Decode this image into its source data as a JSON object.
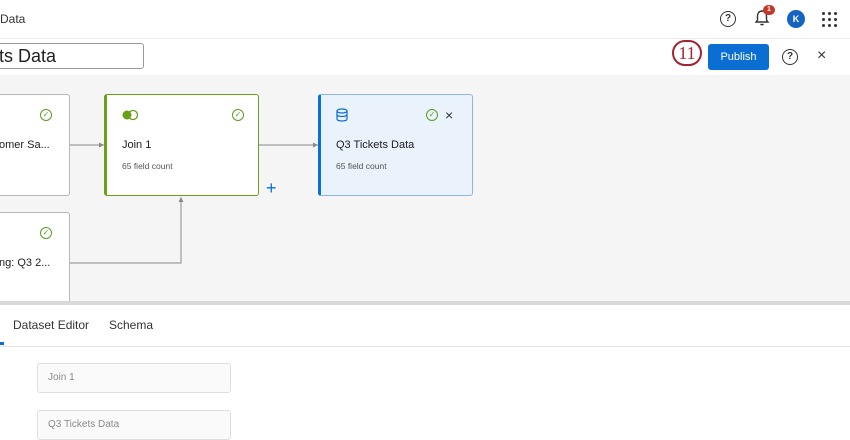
{
  "topbar": {
    "breadcrumb": "Data",
    "help_icon": "help-circle-icon",
    "notifications": {
      "icon": "bell-icon",
      "count": "1"
    },
    "avatar_initial": "K",
    "apps_icon": "grid-icon"
  },
  "subbar": {
    "dataset_name": "ts Data",
    "step_number": "11",
    "publish_label": "Publish",
    "help_label": "?",
    "close_label": "×"
  },
  "canvas": {
    "nodes": [
      {
        "id": "source-1",
        "title": "omer Sa...",
        "status": "complete"
      },
      {
        "id": "join-1",
        "title": "Join 1",
        "subtitle": "65 field count",
        "icon": "join-icon",
        "status": "complete"
      },
      {
        "id": "output",
        "title": "Q3 Tickets Data",
        "subtitle": "65 field count",
        "icon": "database-icon",
        "status": "complete",
        "selected": true
      },
      {
        "id": "source-2",
        "title": "ng: Q3 2...",
        "status": "complete"
      }
    ],
    "add_label": "+",
    "node_close_label": "×",
    "colors": {
      "join_border": "#6a9f17",
      "selected_border": "#0b6ed3",
      "selected_bg": "#eaf2fc",
      "check": "#5b9e1f"
    }
  },
  "tabs": [
    {
      "label": "Dataset Editor"
    },
    {
      "label": "Schema"
    }
  ],
  "editor": {
    "fields": [
      {
        "value": "Join 1"
      },
      {
        "value": "Q3 Tickets Data"
      }
    ]
  },
  "colors": {
    "accent": "#0b6ed3",
    "step_badge": "#a3242e",
    "badge": "#c0392b"
  }
}
